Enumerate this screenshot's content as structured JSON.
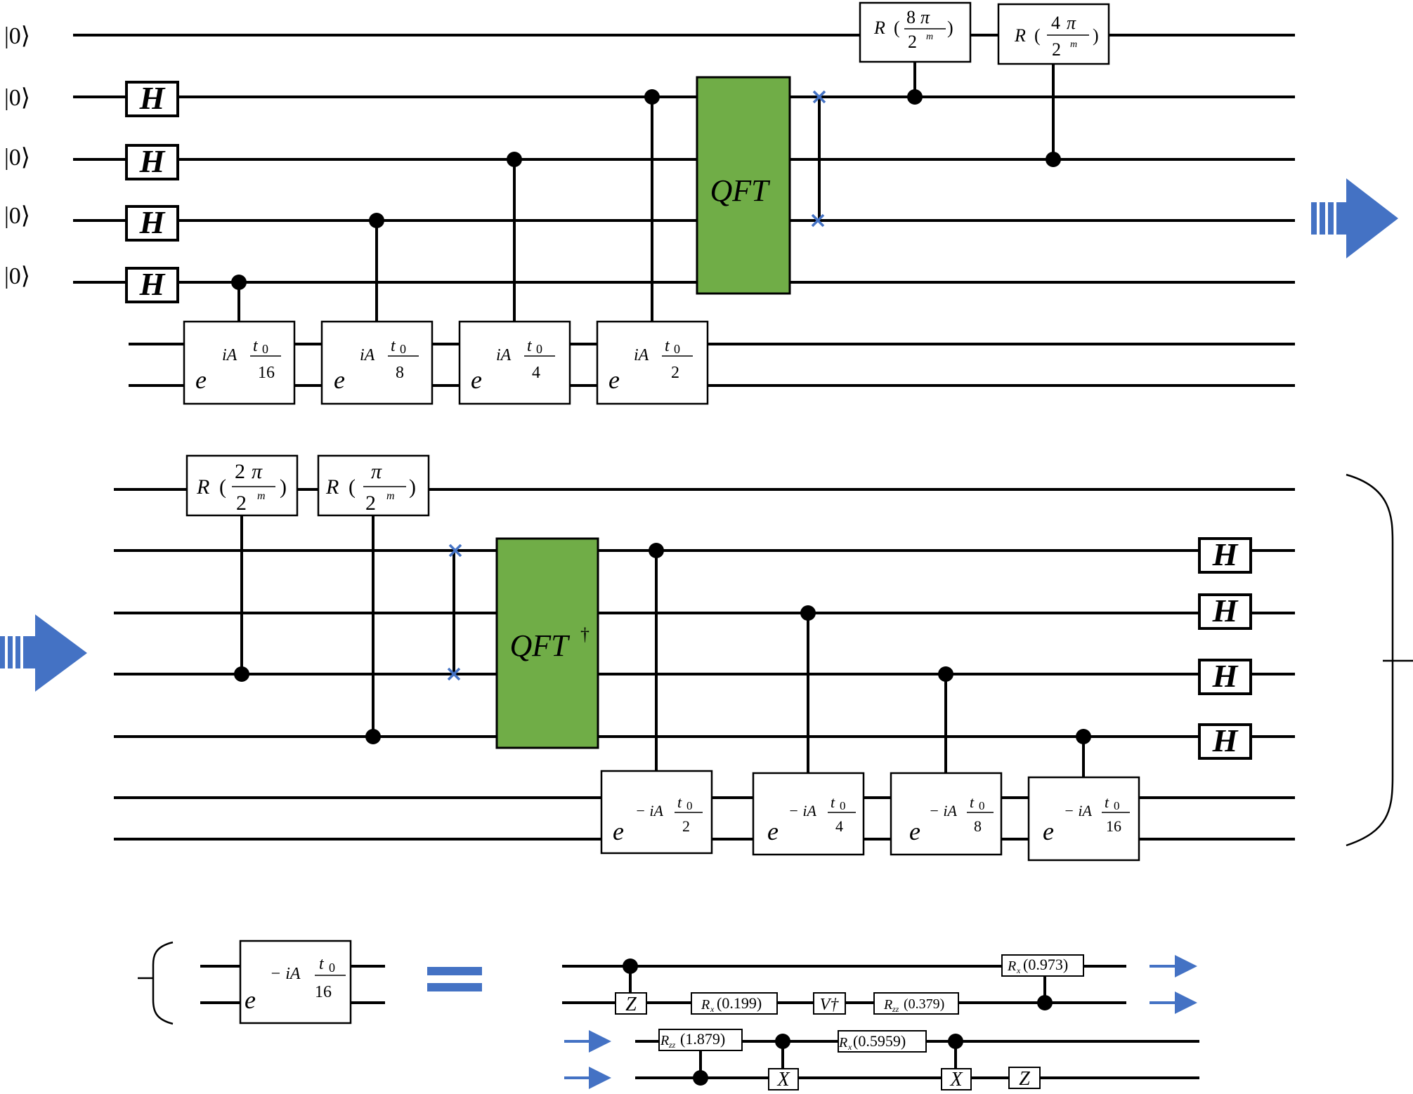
{
  "colors": {
    "wire": "#000000",
    "qft_fill": "#70ad47",
    "accent_blue": "#4472c4",
    "swap": "#4472c4"
  },
  "ket_label": "|0⟩",
  "hadamard": "H",
  "qft": {
    "forward": "QFT",
    "inverse": "QFT",
    "dagger": "†"
  },
  "phase": {
    "e": "e",
    "ia": "iA",
    "minus_ia": "− iA",
    "t": "t",
    "t_sub": "0"
  },
  "rotation": {
    "r": "R",
    "two": "2",
    "m": "m",
    "pi": "π"
  },
  "part1": {
    "ket_count": 5,
    "rotations": [
      {
        "num": "8",
        "target": 0,
        "control": 1
      },
      {
        "num": "4",
        "target": 0,
        "control": 2
      }
    ],
    "evolutions": [
      {
        "denom": "16",
        "control": 4
      },
      {
        "denom": "8",
        "control": 3
      },
      {
        "denom": "4",
        "control": 2
      },
      {
        "denom": "2",
        "control": 1
      }
    ]
  },
  "part2": {
    "rotations": [
      {
        "num": "2",
        "target": 0,
        "control": 3
      },
      {
        "num": "",
        "target": 0,
        "control": 4
      }
    ],
    "evolutions": [
      {
        "denom": "2",
        "control": 1
      },
      {
        "denom": "4",
        "control": 2
      },
      {
        "denom": "8",
        "control": 3
      },
      {
        "denom": "16",
        "control": 4
      }
    ]
  },
  "part3": {
    "lhs_denom": "16",
    "gates": {
      "z": "Z",
      "x": "X",
      "v_dagger": "V†",
      "rx": "R",
      "rx_sub": "x",
      "rzz": "R",
      "rzz_sub": "zz"
    },
    "params": {
      "rx_top": "(0.973)",
      "rx_1": "(0.199)",
      "rzz_1": "(0.379)",
      "rzz_2": "(1.879)",
      "rx_2": "(0.5959)"
    }
  }
}
